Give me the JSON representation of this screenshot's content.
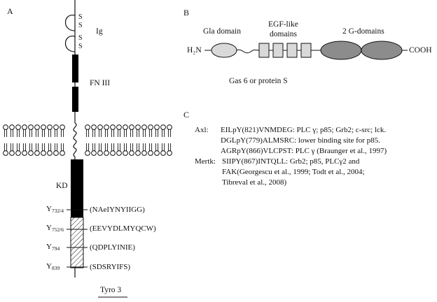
{
  "panel_a": {
    "letter": "A",
    "domains": {
      "ig": "Ig",
      "fn3": "FN III",
      "kd": "KD"
    },
    "disulfide_s": [
      "S",
      "S",
      "S",
      "S"
    ],
    "tyrosines": [
      {
        "y": "Y",
        "sub": "732/4",
        "seq": "(NAeIYNYIIGG)"
      },
      {
        "y": "Y",
        "sub": "752/6",
        "seq": "(EEVYDLMYQCW)"
      },
      {
        "y": "Y",
        "sub": "794",
        "seq": "(QDPLYINIE)"
      },
      {
        "y": "Y",
        "sub": "839",
        "seq": "(SDSRYIFS)"
      }
    ],
    "caption": "Tyro 3"
  },
  "panel_b": {
    "letter": "B",
    "gla": "Gla domain",
    "egf_line1": "EGF-like",
    "egf_line2": "domains",
    "gdom": "2 G-domains",
    "n_term": "H₂N",
    "c_term": "COOH",
    "caption": "Gas 6 or protein S"
  },
  "panel_c": {
    "letter": "C",
    "axl_label": "Axl:",
    "axl_lines": [
      "EILpY(821)VNMDEG: PLC γ; p85; Grb2; c-src; lck.",
      "DGLpY(779)ALMSRC: lower binding site for p85.",
      "AGRpY(866)VLCPST: PLC γ (Braunger et al., 1997)"
    ],
    "mertk_label": "Mertk:",
    "mertk_lines": [
      "SIIPY(867)INTQLL: Grb2; p85, PLCγ2 and",
      "FAK(Georgescu et al., 1999; Todt et al., 2004;",
      "Tibreval et al., 2008)"
    ]
  }
}
